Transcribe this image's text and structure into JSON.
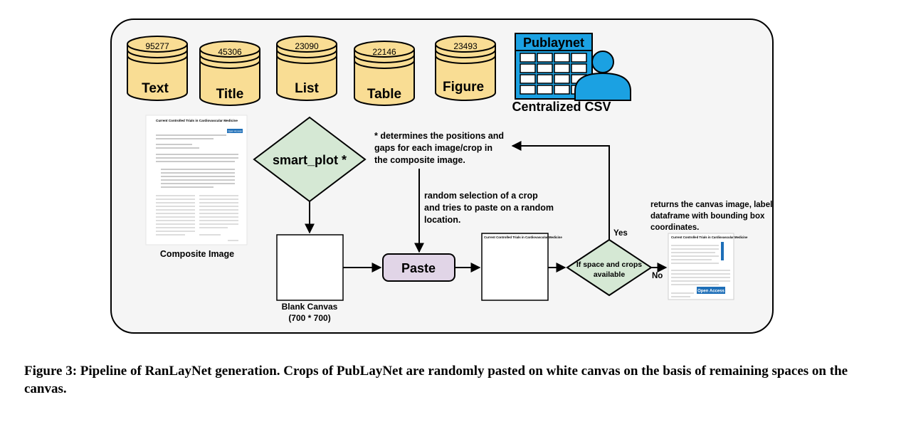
{
  "databases": [
    {
      "name": "Text",
      "count": "95277"
    },
    {
      "name": "Title",
      "count": "45306"
    },
    {
      "name": "List",
      "count": "23090"
    },
    {
      "name": "Table",
      "count": "22146"
    },
    {
      "name": "Figure",
      "count": "23493"
    }
  ],
  "publaynet": {
    "title": "Publaynet",
    "caption": "Centralized CSV"
  },
  "composite": {
    "label": "Composite Image",
    "doc_title": "Current Controlled Trials in Cardiovascular Medicine",
    "badge": "Open Access"
  },
  "smart_plot": {
    "label": "smart_plot *"
  },
  "notes": {
    "positions": [
      "* determines the positions and",
      "gaps for each image/crop in",
      "the composite image."
    ],
    "random": [
      "random selection of a crop",
      "and tries to paste on a random",
      "location."
    ],
    "returns": [
      "returns the canvas image, label",
      "dataframe with bounding box",
      "coordinates."
    ]
  },
  "blank_canvas": {
    "line1": "Blank Canvas",
    "line2": "(700 * 700)"
  },
  "paste": {
    "label": "Paste"
  },
  "partial_canvas": {
    "doc_title": "Current Controlled Trials in Cardiovascular Medicine"
  },
  "decision": {
    "line1": "If space and crops",
    "line2": "available",
    "yes": "Yes",
    "no": "No"
  },
  "output": {
    "doc_title": "Current Controlled Trials in Cardiovascular Medicine",
    "badge": "Open Access"
  },
  "caption": "Figure 3: Pipeline of RanLayNet generation. Crops of PubLayNet are randomly pasted on white canvas on the basis of remaining spaces on the canvas.",
  "colors": {
    "db_fill": "#f9dd94",
    "diamond_fill": "#d5e8d4",
    "paste_fill": "#e1d5e7",
    "csv_blue": "#1ba1e2",
    "frame_bg": "#f5f5f5"
  }
}
